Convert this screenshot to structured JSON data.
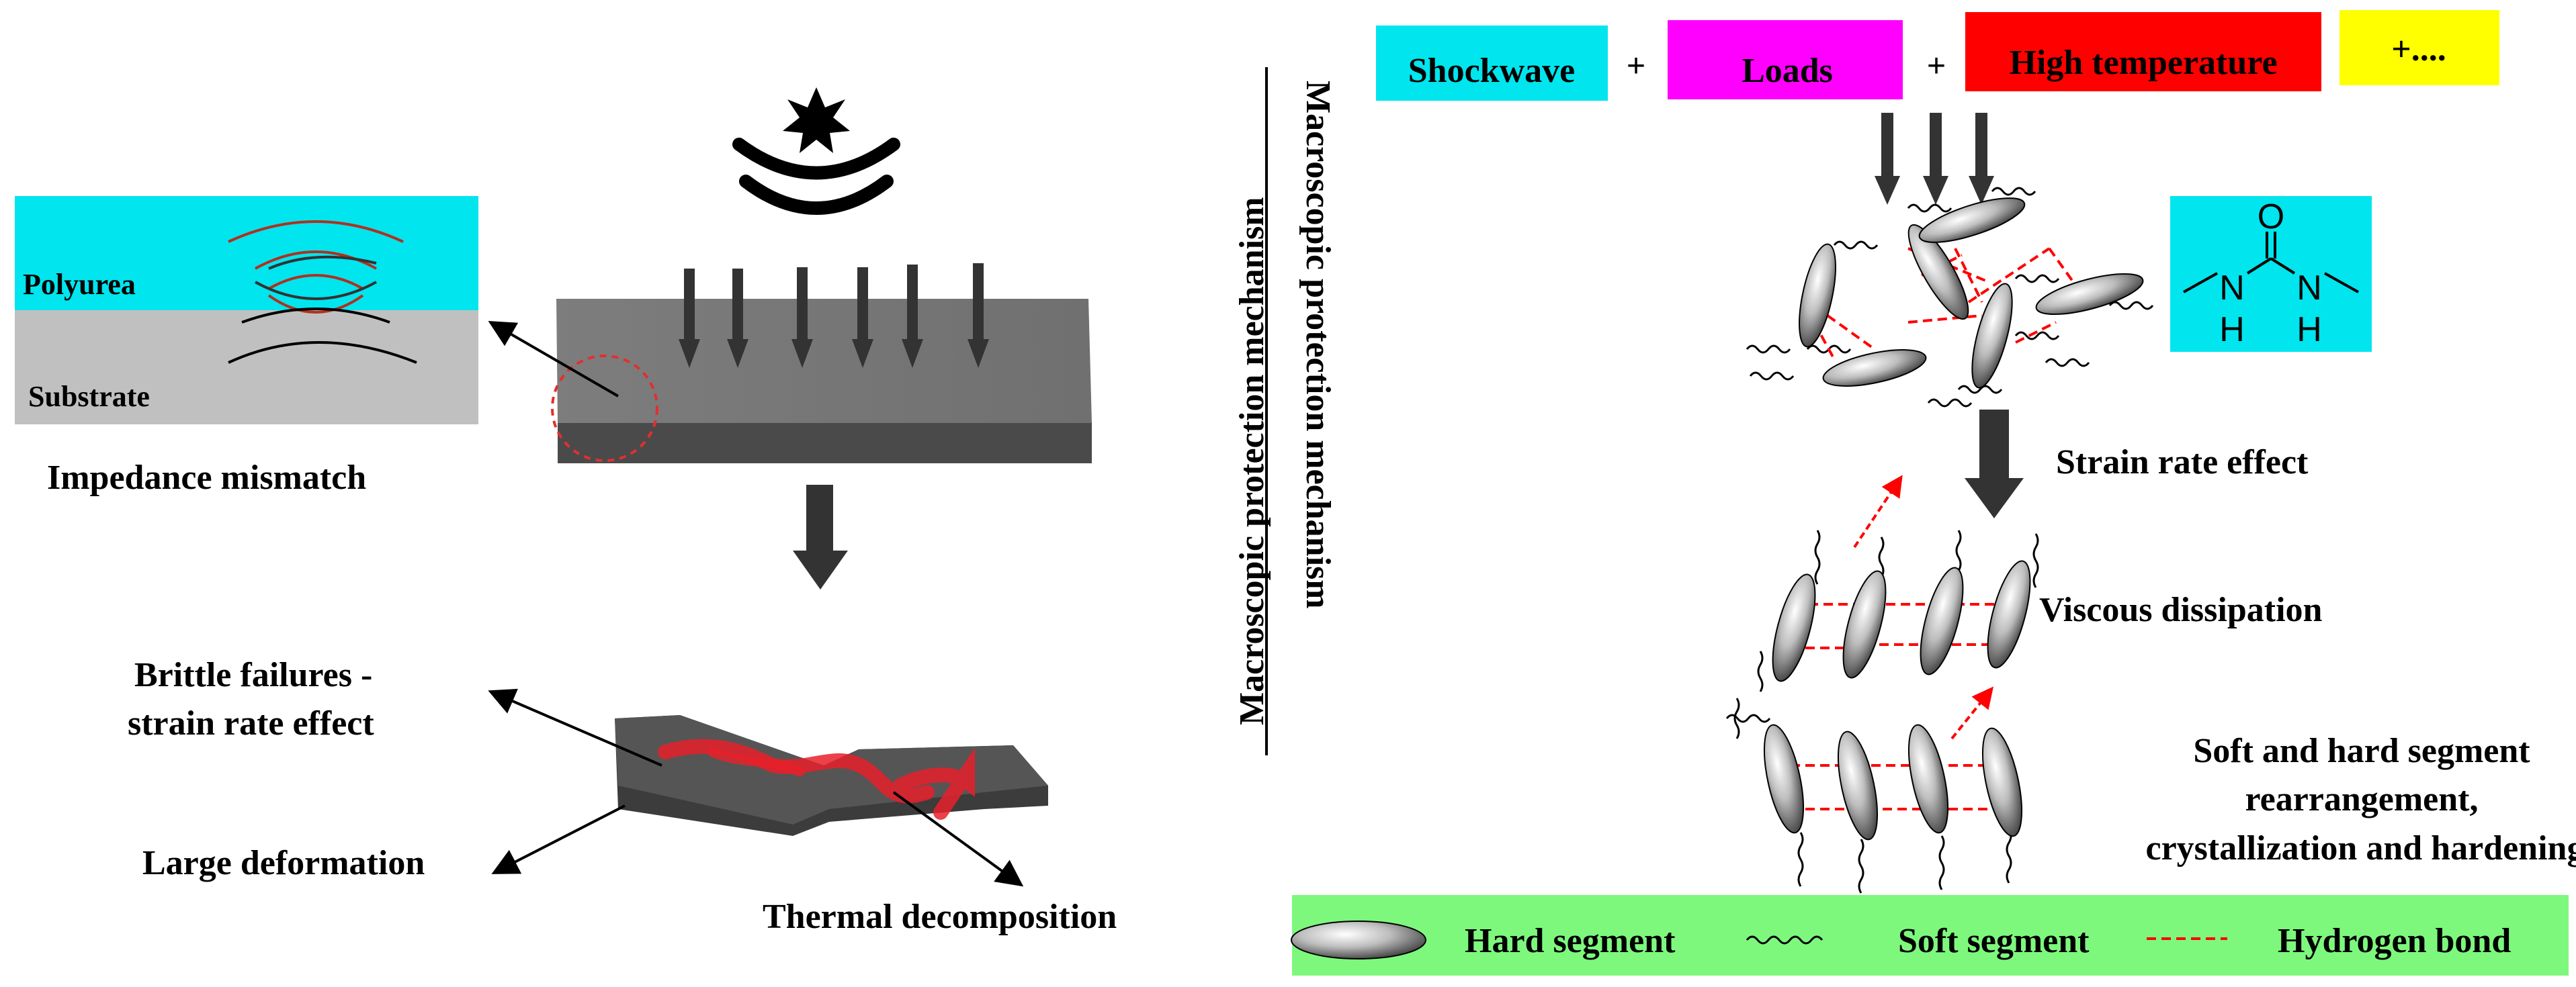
{
  "left_panel": {
    "layer_top_label": "Polyurea",
    "layer_bottom_label": "Substrate",
    "impedance_label": "Impedance mismatch",
    "brittle_label_line1": "Brittle failures -",
    "brittle_label_line2": "strain rate effect",
    "large_deformation_label": "Large deformation",
    "thermal_label": "Thermal decomposition"
  },
  "divider": {
    "title_a": "Macroscopic protection mechanism",
    "title_b": "Macroscopic protection mechanism"
  },
  "right_panel": {
    "inputs": [
      {
        "label": "Shockwave",
        "color": "#00e5ee"
      },
      {
        "label": "Loads",
        "color": "#ff00ff"
      },
      {
        "label": "High temperature",
        "color": "#ff0000"
      },
      {
        "label": "+....",
        "color": "#ffff00"
      }
    ],
    "plus_sign": "+",
    "molecule": {
      "o": "O",
      "n1": "N",
      "h1": "H",
      "n2": "N",
      "h2": "H",
      "bg_color": "#00e5ee"
    },
    "strain_rate_label": "Strain rate effect",
    "viscous_label": "Viscous dissipation",
    "rearrange_line1": "Soft and hard segment",
    "rearrange_line2": "rearrangement,",
    "rearrange_line3": "crystallization and hardening"
  },
  "legend": {
    "hard_segment": "Hard segment",
    "soft_segment": "Soft segment",
    "hydrogen_bond": "Hydrogen bond",
    "bg_color": "#7df87d"
  },
  "colors": {
    "accent_red": "#ff0000",
    "dark_arrow": "#333333",
    "plate_top": "#7a7a7a",
    "plate_side": "#4a4a4a"
  }
}
